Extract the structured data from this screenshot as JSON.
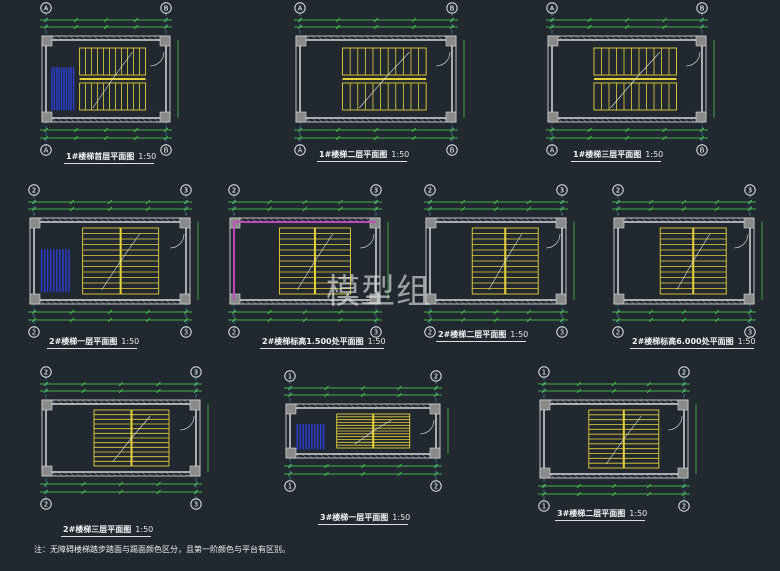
{
  "colors": {
    "background": "#212830",
    "wall": "#e6e6e6",
    "stair": "#e8d23a",
    "dimension": "#4fdc4f",
    "accent_blue": "#2d3fd8",
    "accent_magenta": "#d43cc8",
    "text": "#f2f2f2"
  },
  "drawings": [
    {
      "id": "s1-ground",
      "title": "1#楼梯首层平面图",
      "scale": "1:50",
      "axes": [
        "A",
        "B"
      ]
    },
    {
      "id": "s1-second",
      "title": "1#楼梯二层平面图",
      "scale": "1:50",
      "axes": [
        "A",
        "B"
      ]
    },
    {
      "id": "s1-third",
      "title": "1#楼梯三层平面图",
      "scale": "1:50",
      "axes": [
        "A",
        "B"
      ]
    },
    {
      "id": "s2-first",
      "title": "2#楼梯一层平面图",
      "scale": "1:50",
      "axes": [
        "2",
        "3"
      ]
    },
    {
      "id": "s2-1500",
      "title": "2#楼梯标高1.500处平面图",
      "scale": "1:50",
      "axes": [
        "2",
        "3"
      ]
    },
    {
      "id": "s2-second",
      "title": "2#楼梯二层平面图",
      "scale": "1:50",
      "axes": [
        "2",
        "3"
      ]
    },
    {
      "id": "s2-6000",
      "title": "2#楼梯标高6.000处平面图",
      "scale": "1:50",
      "axes": [
        "2",
        "3"
      ]
    },
    {
      "id": "s2-third",
      "title": "2#楼梯三层平面图",
      "scale": "1:50",
      "axes": [
        "2",
        "3"
      ]
    },
    {
      "id": "s3-first",
      "title": "3#楼梯一层平面图",
      "scale": "1:50",
      "axes": [
        "1",
        "2"
      ]
    },
    {
      "id": "s3-second",
      "title": "3#楼梯二层平面图",
      "scale": "1:50",
      "axes": [
        "1",
        "2"
      ]
    }
  ],
  "note": "注：无障碍楼梯踏步踏面与踢面颜色区分，且第一阶颜色与平台有区别。",
  "watermark": "模型组"
}
